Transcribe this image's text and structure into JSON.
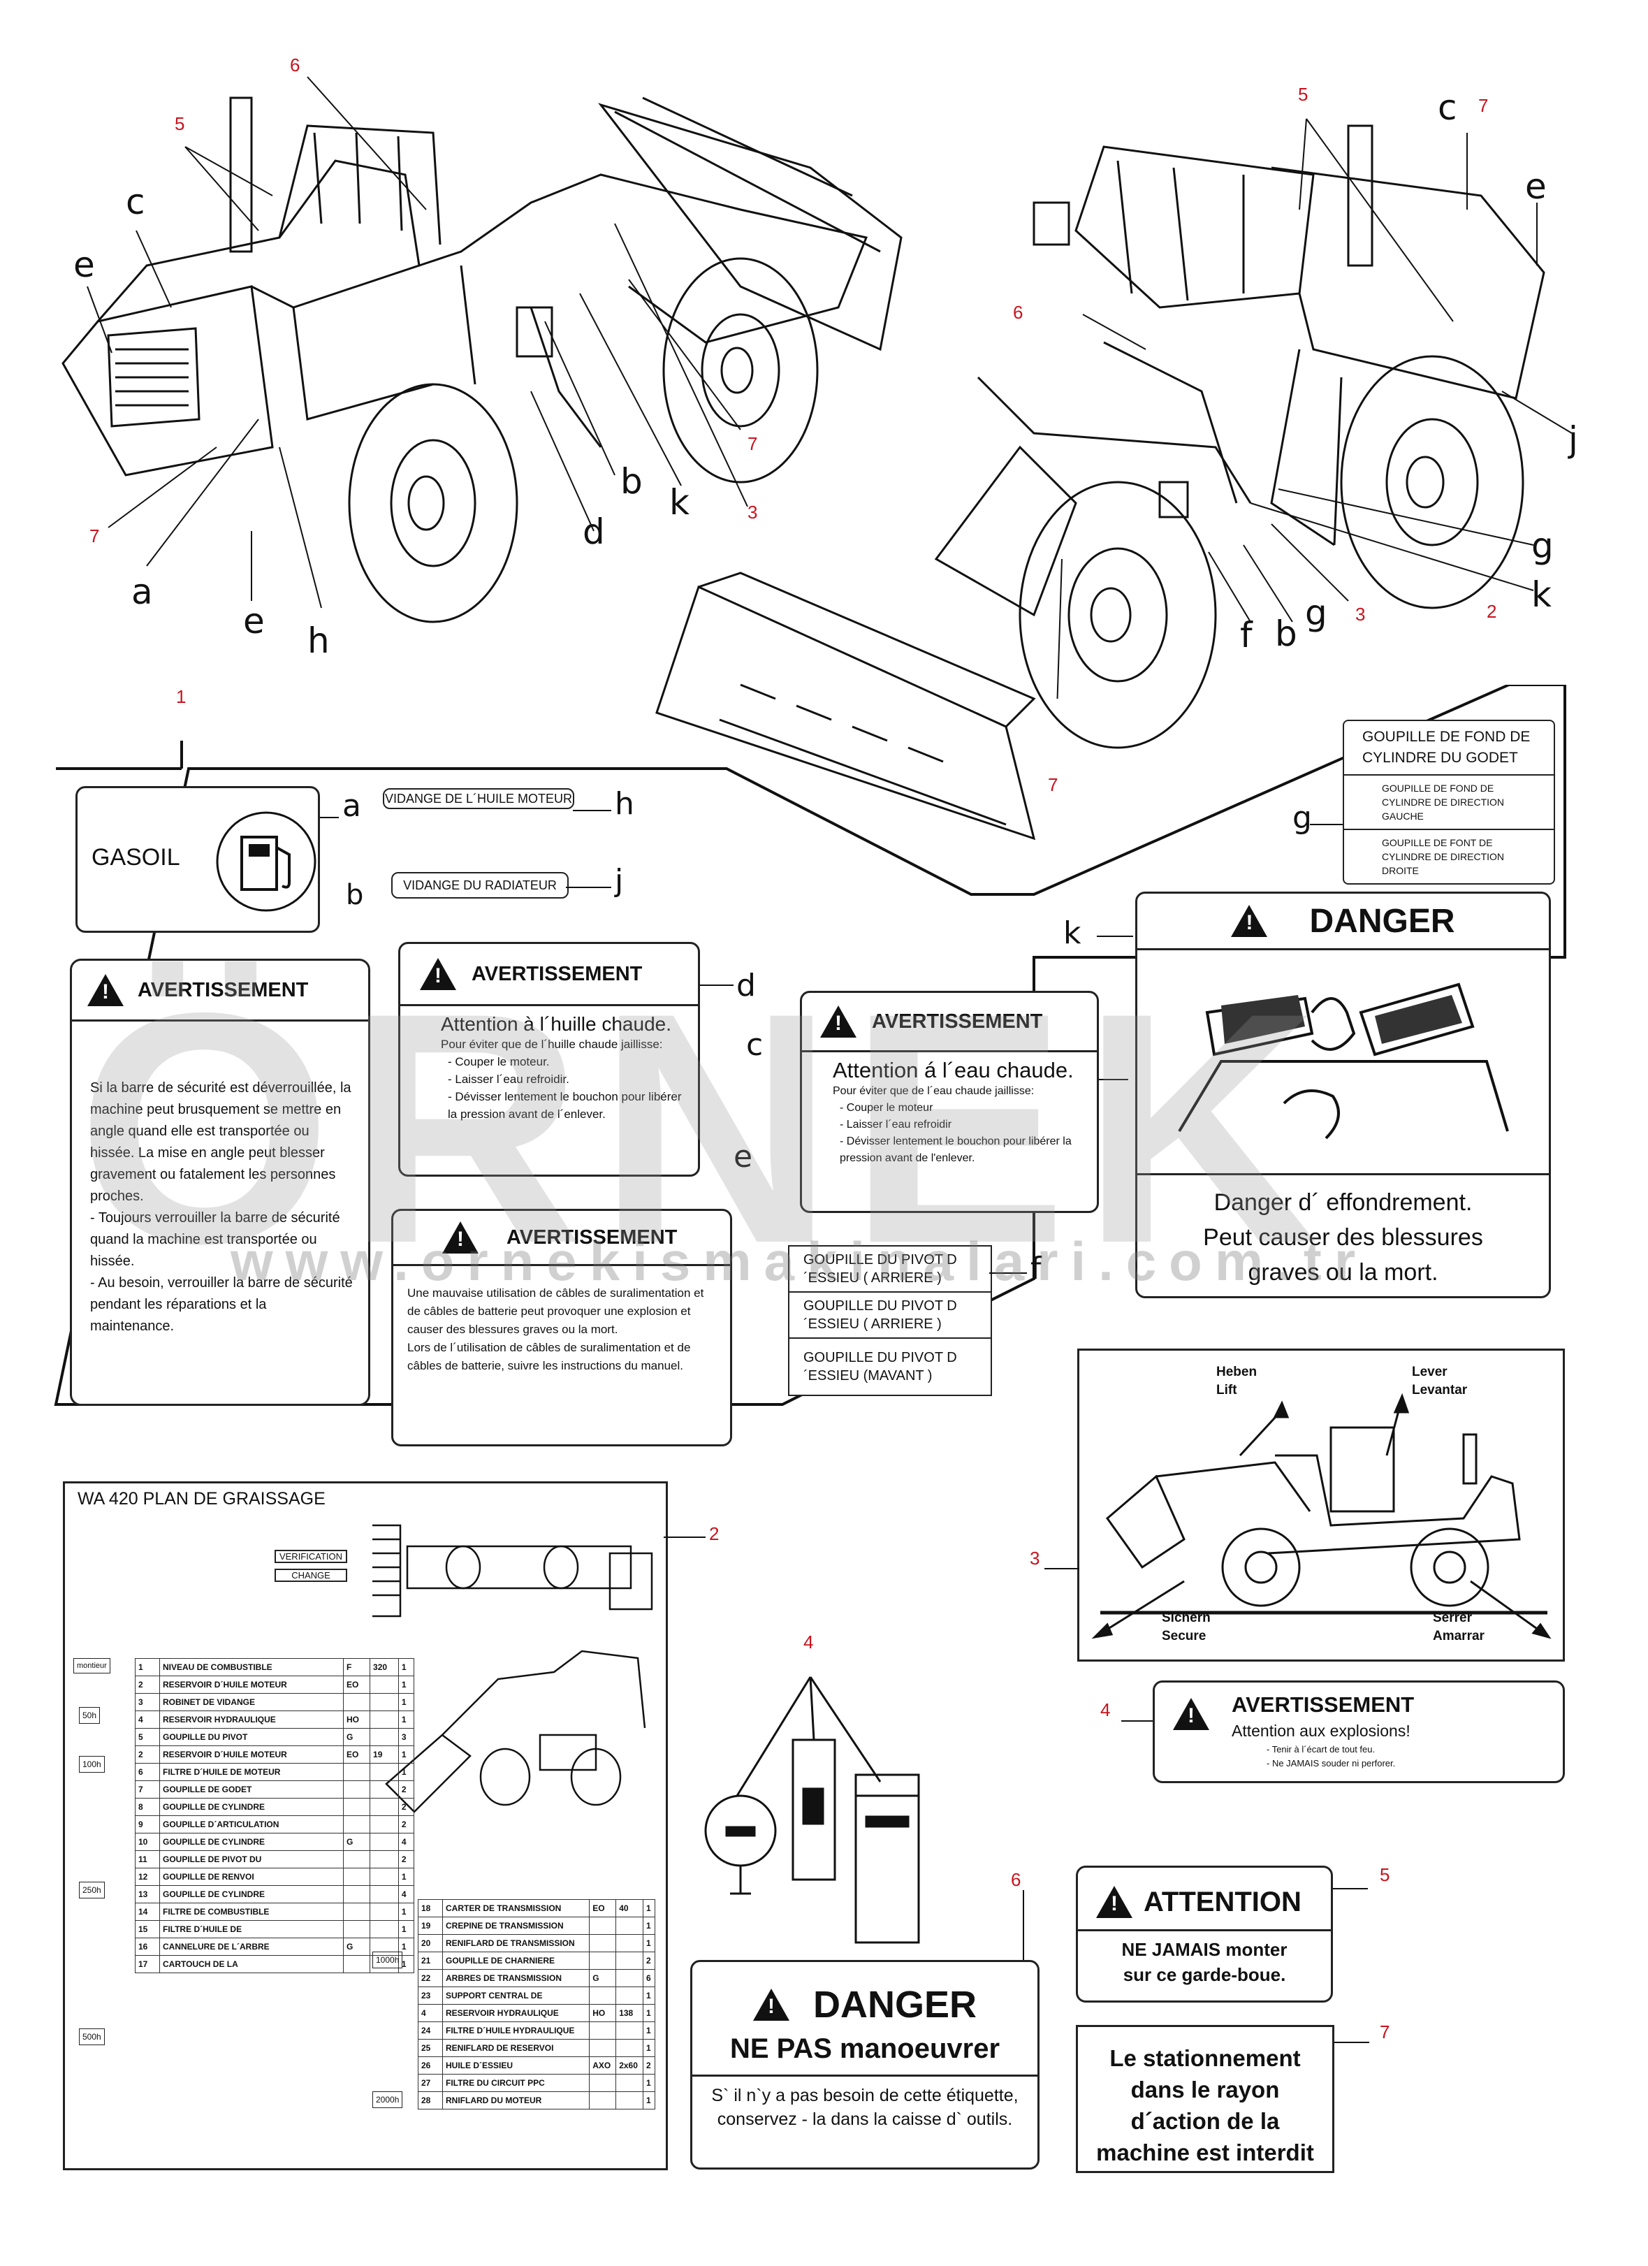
{
  "callouts": {
    "n1": "1",
    "n2": "2",
    "n3": "3",
    "n4": "4",
    "n5": "5",
    "n6": "6",
    "n7": "7",
    "a": "a",
    "b": "b",
    "c": "c",
    "d": "d",
    "e": "e",
    "f": "f",
    "g": "g",
    "h": "h",
    "j": "j",
    "k": "k"
  },
  "labels": {
    "gasoil": "GASOIL",
    "vidange_huile": "VIDANGE DE L´HUILE MOTEUR",
    "vidange_radiateur": "VIDANGE DU RADIATEUR",
    "goupille_godet": "GOUPILLE DE FOND DE CYLINDRE DU GODET",
    "goupille_gauche": "GOUPILLE DE FOND DE CYLINDRE DE DIRECTION GAUCHE",
    "goupille_droite": "GOUPILLE DE FONT DE CYLINDRE DE DIRECTION DROITE",
    "pivot1": "GOUPILLE DU PIVOT D´ESSIEU ( ARRIERE )",
    "pivot2": "GOUPILLE DU PIVOT D´ESSIEU ( ARRIERE )",
    "pivot3": "GOUPILLE DU PIVOT D´ESSIEU (MAVANT )"
  },
  "label_b": {
    "title": "AVERTISSEMENT",
    "body": "Si la barre de sécurité est déverrouillée, la machine peut brusquement se mettre en angle quand elle est transportée ou hissée. La mise en angle peut blesser gravement ou fatalement les personnes proches.",
    "bullet1": "- Toujours verrouiller la barre de sécurité quand la machine est transportée ou hissée.",
    "bullet2": "- Au besoin, verrouiller la barre de sécurité pendant les réparations et la maintenance."
  },
  "label_d": {
    "title": "AVERTISSEMENT",
    "heading": "Attention à l´huille chaude.",
    "intro": "Pour éviter que de l´huille chaude jaillisse:",
    "l1": "- Couper le moteur.",
    "l2": "- Laisser l´eau refroidir.",
    "l3": "- Dévisser lentement le bouchon pour libérer la pression avant de l´enlever."
  },
  "label_c": {
    "title": "AVERTISSEMENT",
    "heading": "Attention á l´eau chaude.",
    "intro": "Pour éviter que de l´eau chaude jaillisse:",
    "l1": "- Couper le moteur",
    "l2": "- Laisser l´eau refroidir",
    "l3": "- Dévisser lentement le bouchon pour libérer la pression avant de l'enlever."
  },
  "label_e": {
    "title": "AVERTISSEMENT",
    "body1": "Une mauvaise utilisation de câbles de suralimentation et de câbles de batterie peut provoquer une explosion et causer des blessures graves ou la mort.",
    "body2": "Lors de l´utilisation de câbles de suralimentation et de câbles de batterie, suivre les instructions du manuel."
  },
  "label_k": {
    "title": "DANGER",
    "l1": "Danger d´ effondrement.",
    "l2": "Peut causer des blessures",
    "l3": "graves ou la mort."
  },
  "label_3": {
    "heben": "Heben",
    "lift": "Lift",
    "lever": "Lever",
    "levantar": "Levantar",
    "sichern": "Sichern",
    "secure": "Secure",
    "serrer": "Serrer",
    "amarrar": "Amarrar"
  },
  "label_4": {
    "title": "AVERTISSEMENT",
    "heading": "Attention aux explosions!",
    "l1": "- Tenir à l´écart de tout feu.",
    "l2": "- Ne JAMAIS souder ni perforer."
  },
  "label_5": {
    "title": "ATTENTION",
    "l1": "NE JAMAIS monter",
    "l2": "sur ce garde-boue."
  },
  "label_6": {
    "title": "DANGER",
    "sub": "NE PAS manoeuvrer",
    "l1": "S` il n`y a pas besoin de cette étiquette,",
    "l2": "conservez - la dans la caisse d` outils."
  },
  "label_7": {
    "l1": "Le stationnement",
    "l2": "dans le rayon",
    "l3": "d´action de la",
    "l4": "machine est interdit"
  },
  "grease": {
    "title": "WA 420 PLAN DE GRAISSAGE",
    "verif": "VERIFICATION",
    "change": "CHANGE",
    "intervals": {
      "montieur": "montieur",
      "h50": "50h",
      "h100": "100h",
      "h250": "250h",
      "h500": "500h",
      "h1000": "1000h",
      "h2000": "2000h"
    },
    "rows_left": [
      [
        "1",
        "NIVEAU DE COMBUSTIBLE",
        "F",
        "320",
        "1"
      ],
      [
        "2",
        "RESERVOIR D´HUILE MOTEUR",
        "EO",
        "",
        "1"
      ],
      [
        "3",
        "ROBINET DE VIDANGE",
        "",
        "",
        "1"
      ],
      [
        "4",
        "RESERVOIR HYDRAULIQUE",
        "HO",
        "",
        "1"
      ],
      [
        "5",
        "GOUPILLE DU PIVOT",
        "G",
        "",
        "3"
      ],
      [
        "2",
        "RESERVOIR D´HUILE MOTEUR",
        "EO",
        "19",
        "1"
      ],
      [
        "6",
        "FILTRE D´HUILE DE MOTEUR",
        "",
        "",
        "1"
      ],
      [
        "7",
        "GOUPILLE DE GODET",
        "",
        "",
        "2"
      ],
      [
        "8",
        "GOUPILLE DE CYLINDRE",
        "",
        "",
        "2"
      ],
      [
        "9",
        "GOUPILLE D´ARTICULATION",
        "",
        "",
        "2"
      ],
      [
        "10",
        "GOUPILLE DE CYLINDRE",
        "G",
        "",
        "4"
      ],
      [
        "11",
        "GOUPILLE DE PIVOT DU",
        "",
        "",
        "2"
      ],
      [
        "12",
        "GOUPILLE DE RENVOI",
        "",
        "",
        "1"
      ],
      [
        "13",
        "GOUPILLE DE CYLINDRE",
        "",
        "",
        "4"
      ],
      [
        "14",
        "FILTRE DE COMBUSTIBLE",
        "",
        "",
        "1"
      ],
      [
        "15",
        "FILTRE D´HUILE DE",
        "",
        "",
        "1"
      ],
      [
        "16",
        "CANNELURE DE L´ARBRE",
        "G",
        "",
        "1"
      ],
      [
        "17",
        "CARTOUCH DE LA",
        "",
        "",
        "1"
      ]
    ],
    "rows_right": [
      [
        "18",
        "CARTER DE TRANSMISSION",
        "EO",
        "40",
        "1"
      ],
      [
        "19",
        "CREPINE DE TRANSMISSION",
        "",
        "",
        "1"
      ],
      [
        "20",
        "RENIFLARD DE TRANSMISSION",
        "",
        "",
        "1"
      ],
      [
        "21",
        "GOUPILLE DE CHARNIERE",
        "",
        "",
        "2"
      ],
      [
        "22",
        "ARBRES DE TRANSMISSION",
        "G",
        "",
        "6"
      ],
      [
        "23",
        "SUPPORT CENTRAL DE",
        "",
        "",
        "1"
      ],
      [
        "4",
        "RESERVOIR HYDRAULIQUE",
        "HO",
        "138",
        "1"
      ],
      [
        "24",
        "FILTRE D´HUILE HYDRAULIQUE",
        "",
        "",
        "1"
      ],
      [
        "25",
        "RENIFLARD DE RESERVOI",
        "",
        "",
        "1"
      ],
      [
        "26",
        "HUILE D´ESSIEU",
        "AXO",
        "2x60",
        "2"
      ],
      [
        "27",
        "FILTRE DU CIRCUIT  PPC",
        "",
        "",
        "1"
      ],
      [
        "28",
        "RNIFLARD DU MOTEUR",
        "",
        "",
        "1"
      ]
    ]
  },
  "watermark": {
    "big": "ÖRNEK",
    "url": "www.ornekismakinalari.com.tr"
  }
}
